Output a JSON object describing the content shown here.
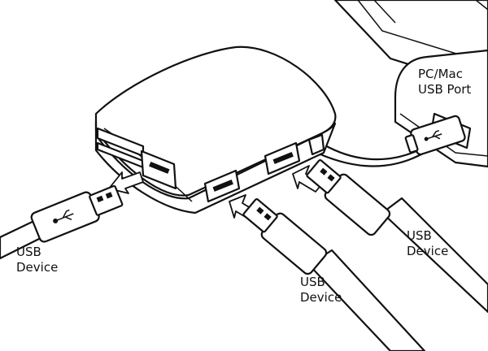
{
  "labels": {
    "computer_port": {
      "line1": "PC/Mac",
      "line2": "USB Port"
    },
    "device_left": {
      "line1": "USB",
      "line2": "Device"
    },
    "device_middle": {
      "line1": "USB",
      "line2": "Device"
    },
    "device_right": {
      "line1": "USB",
      "line2": "Device"
    }
  },
  "icons": [
    "usb-trident-icon",
    "insert-arrow-icon"
  ],
  "colors": {
    "line": "#111111",
    "fill": "#ffffff"
  }
}
